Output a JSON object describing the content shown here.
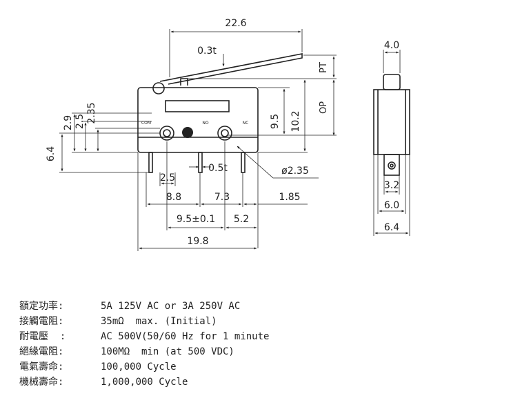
{
  "dims": {
    "overall_length": "22.6",
    "lever_thickness": "0.3t",
    "pt": "PT",
    "op": "OP",
    "h_9_5": "9.5",
    "h_10_2": "10.2",
    "h_2_9": "2.9",
    "h_2_5": "2.5",
    "h_2_35": "2.35",
    "h_6_4": "6.4",
    "term_width": "2.5",
    "term_thickness": "0.5t",
    "hole_dia": "ø2.35",
    "w_8_8": "8.8",
    "w_7_3": "7.3",
    "w_1_85": "1.85",
    "w_9_5": "9.5±0.1",
    "w_5_2": "5.2",
    "w_19_8": "19.8",
    "side_top": "4.0",
    "side_3_2": "3.2",
    "side_6_0": "6.0",
    "side_6_4": "6.4"
  },
  "labels": {
    "com": "COM",
    "no": "NO",
    "nc": "NC"
  },
  "specs": [
    {
      "label": "額定功率:",
      "value": "5A 125V AC or 3A 250V AC"
    },
    {
      "label": "接觸電阻:",
      "value": "35mΩ  max. (Initial)"
    },
    {
      "label": "耐電壓  :",
      "value": "AC 500V(50/60 Hz for 1 minute"
    },
    {
      "label": "絕緣電阻:",
      "value": "100MΩ  min (at 500 VDC)"
    },
    {
      "label": "電氣壽命:",
      "value": "100,000 Cycle"
    },
    {
      "label": "機械壽命:",
      "value": "1,000,000 Cycle"
    }
  ]
}
